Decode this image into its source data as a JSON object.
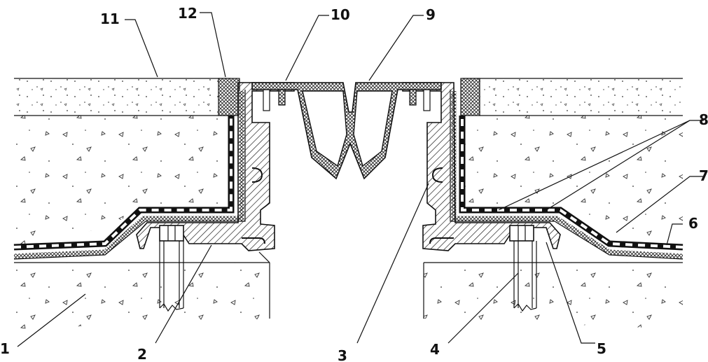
{
  "callouts": [
    {
      "id": "1",
      "text": "1"
    },
    {
      "id": "2",
      "text": "2"
    },
    {
      "id": "3",
      "text": "3"
    },
    {
      "id": "4",
      "text": "4"
    },
    {
      "id": "5",
      "text": "5"
    },
    {
      "id": "6",
      "text": "6"
    },
    {
      "id": "7",
      "text": "7"
    },
    {
      "id": "8",
      "text": "8"
    },
    {
      "id": "9",
      "text": "9"
    },
    {
      "id": "10",
      "text": "10"
    },
    {
      "id": "11",
      "text": "11"
    },
    {
      "id": "12",
      "text": "12"
    }
  ],
  "colors": {
    "line": "#111111",
    "background": "#ffffff",
    "hatch": "#222222"
  }
}
